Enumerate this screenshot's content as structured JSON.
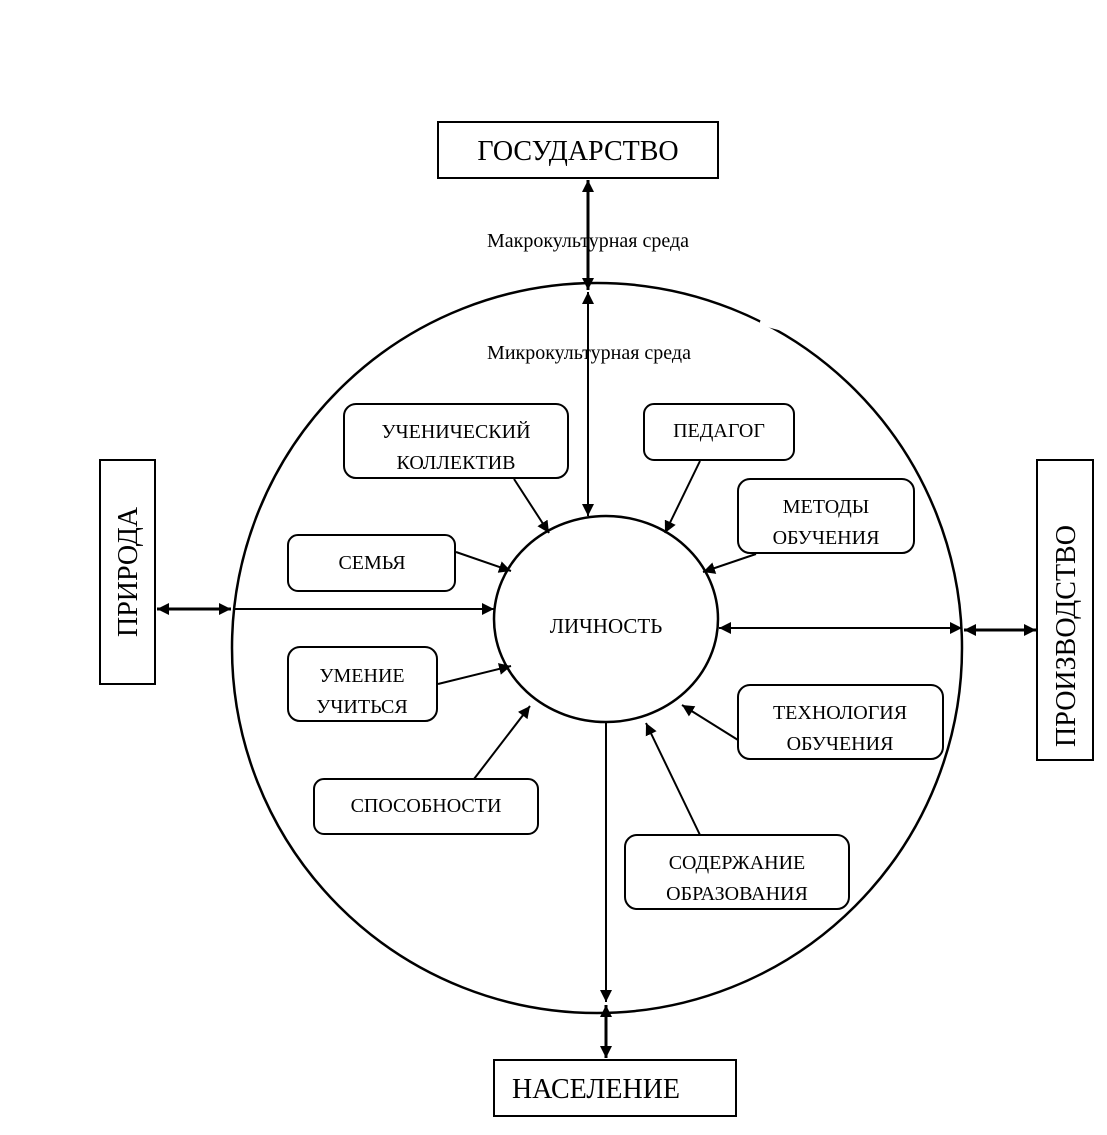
{
  "outer": {
    "state": "ГОСУДАРСТВО",
    "nature": "ПРИРОДА",
    "production": "ПРОИЗВОДСТВО",
    "population": "НАСЕЛЕНИЕ"
  },
  "labels": {
    "macro": "Макрокультурная среда",
    "micro": "Микрокультурная среда"
  },
  "center": "ЛИЧНОСТЬ",
  "factors": {
    "collective": [
      "УЧЕНИЧЕСКИЙ",
      "КОЛЛЕКТИВ"
    ],
    "teacher": [
      "ПЕДАГОГ"
    ],
    "methods": [
      "МЕТОДЫ",
      "ОБУЧЕНИЯ"
    ],
    "family": [
      "СЕМЬЯ"
    ],
    "learning": [
      "УМЕНИЕ",
      "УЧИТЬСЯ"
    ],
    "abilities": [
      "СПОСОБНОСТИ"
    ],
    "technology": [
      "ТЕХНОЛОГИЯ",
      "ОБУЧЕНИЯ"
    ],
    "content": [
      "СОДЕРЖАНИЕ",
      "ОБРАЗОВАНИЯ"
    ]
  }
}
